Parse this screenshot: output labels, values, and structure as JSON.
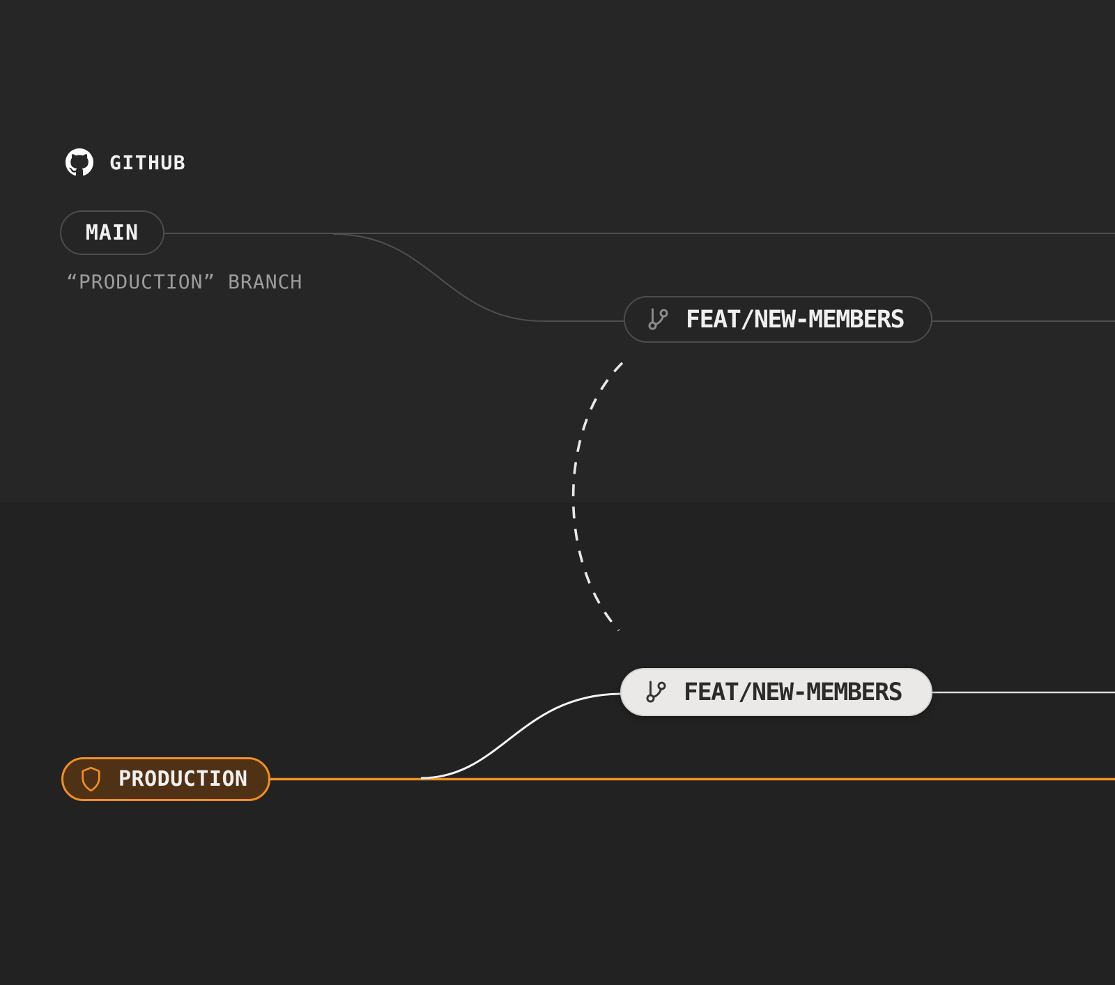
{
  "header": {
    "brand": "GITHUB",
    "logo_icon": "github-octocat-mark"
  },
  "nodes": {
    "main": {
      "label": "MAIN",
      "sublabel": "“PRODUCTION” BRANCH"
    },
    "feat_remote": {
      "label": "FEAT/NEW-MEMBERS",
      "icon": "git-branch-icon"
    },
    "feat_local": {
      "label": "FEAT/NEW-MEMBERS",
      "icon": "git-branch-icon"
    },
    "production": {
      "label": "PRODUCTION",
      "icon": "shield-icon"
    }
  },
  "connections": [
    "main-line-right",
    "main-to-feat-branch-curve",
    "feat-remote-line-right",
    "remote-local-sync-dashed-arc",
    "production-line-right",
    "production-to-feat-branch-curve",
    "feat-local-line-right"
  ],
  "colors": {
    "bg_top": "#262627",
    "bg_bottom": "#222223",
    "line_gray": "#4f4f4f",
    "line_white": "#f5f5f5",
    "line_light": "#d9d9d9",
    "dash": "#e8e8e8",
    "accent_orange": "#f28f1e",
    "production_bg": "#4f3116",
    "pill_dark_bg": "#252526",
    "pill_dark_border": "#4c4c4c",
    "pill_light_bg": "#ebe9e7",
    "pill_light_border": "#d6d4d0",
    "text_light": "#f1f0ee",
    "text_dark": "#2b2b2b",
    "text_muted": "#9c9c9c",
    "icon_gray": "#8c8c8c"
  }
}
